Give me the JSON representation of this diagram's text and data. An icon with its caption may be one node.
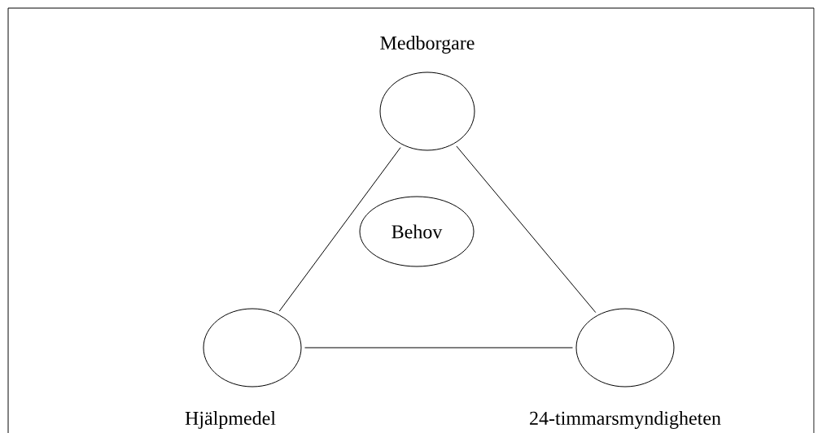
{
  "diagram": {
    "nodes": [
      {
        "text": [
          "Medborgare"
        ]
      },
      {
        "text": [
          "Behov"
        ]
      },
      {
        "text": [
          "Hjälpmedel"
        ]
      },
      {
        "text": [
          "24-timmarsmyndigheten"
        ]
      }
    ],
    "edges": [
      {
        "from": 0,
        "to": 2,
        "arrow": "none"
      },
      {
        "from": 0,
        "to": 3,
        "arrow": "none"
      },
      {
        "from": 2,
        "to": 3,
        "arrow": "none"
      }
    ]
  }
}
